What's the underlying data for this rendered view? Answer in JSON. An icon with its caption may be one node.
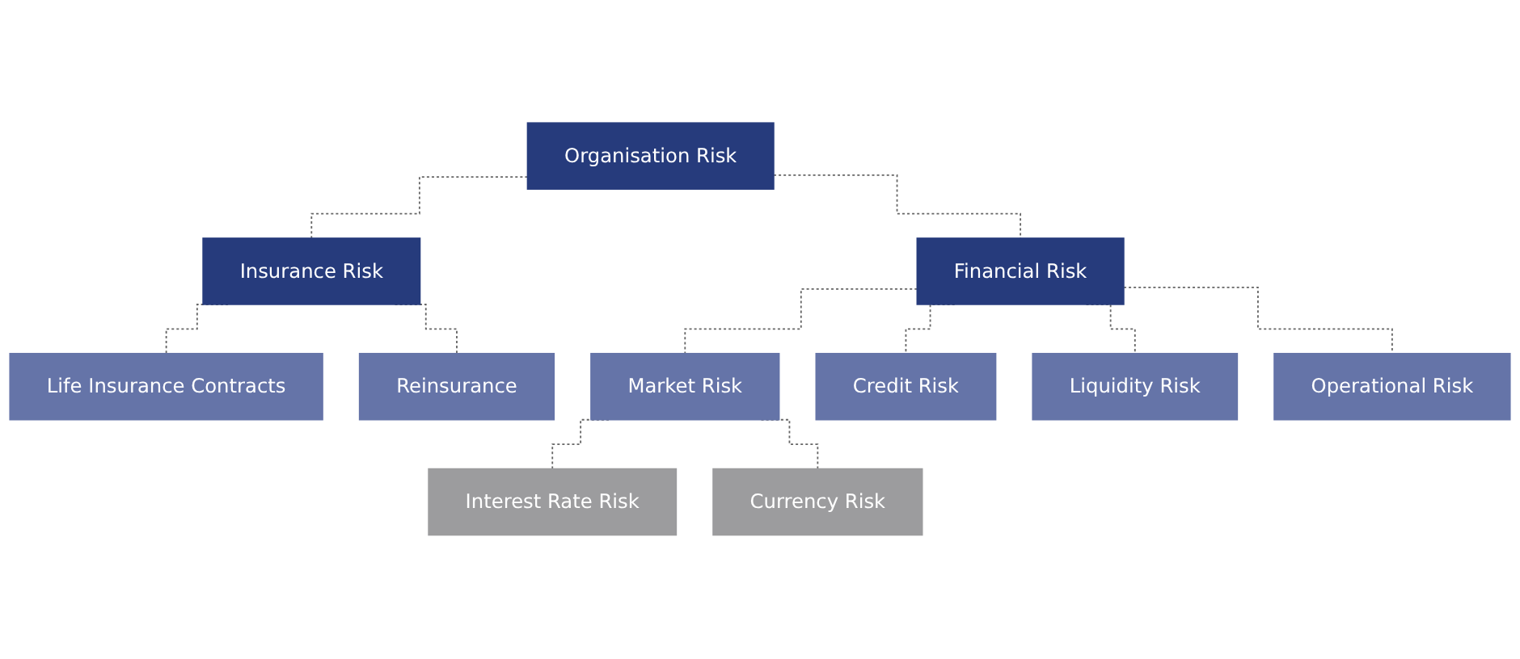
{
  "diagram": {
    "nodes": [
      {
        "text": [
          "Organisation Risk"
        ]
      },
      {
        "text": [
          "Insurance Risk"
        ]
      },
      {
        "text": [
          "Financial Risk"
        ]
      },
      {
        "text": [
          "Life Insurance Contracts"
        ]
      },
      {
        "text": [
          "Reinsurance"
        ]
      },
      {
        "text": [
          "Market Risk"
        ]
      },
      {
        "text": [
          "Credit Risk"
        ]
      },
      {
        "text": [
          "Liquidity Risk"
        ]
      },
      {
        "text": [
          "Operational Risk"
        ]
      },
      {
        "text": [
          "Interest Rate Risk"
        ]
      },
      {
        "text": [
          "Currency Risk"
        ]
      }
    ],
    "edges": [
      {
        "from": 0,
        "to": 1,
        "arrow": "none",
        "style": "dashed"
      },
      {
        "from": 0,
        "to": 2,
        "arrow": "none",
        "style": "dashed"
      },
      {
        "from": 1,
        "to": 3,
        "arrow": "none",
        "style": "dashed"
      },
      {
        "from": 1,
        "to": 4,
        "arrow": "none",
        "style": "dashed"
      },
      {
        "from": 2,
        "to": 5,
        "arrow": "none",
        "style": "dashed"
      },
      {
        "from": 2,
        "to": 6,
        "arrow": "none",
        "style": "dashed"
      },
      {
        "from": 2,
        "to": 7,
        "arrow": "none",
        "style": "dashed"
      },
      {
        "from": 2,
        "to": 8,
        "arrow": "none",
        "style": "dashed"
      },
      {
        "from": 5,
        "to": 9,
        "arrow": "none",
        "style": "dashed"
      },
      {
        "from": 5,
        "to": 10,
        "arrow": "none",
        "style": "dashed"
      }
    ]
  }
}
